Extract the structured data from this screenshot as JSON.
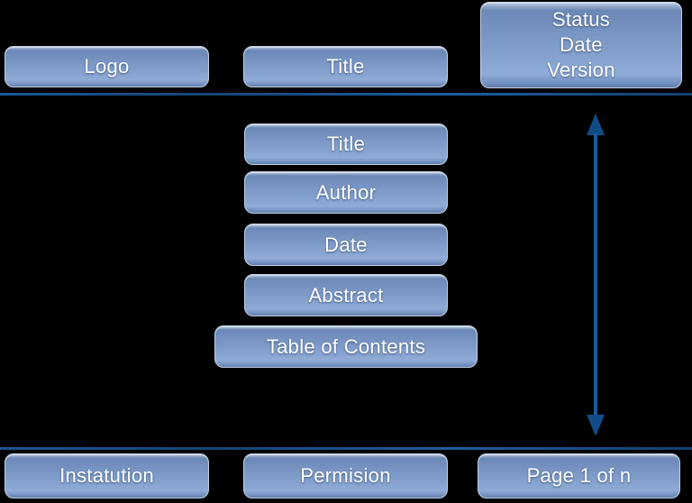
{
  "header": {
    "logo_label": "Logo",
    "title_label": "Title",
    "status_box": {
      "lines": [
        "Status",
        "Date",
        "Version"
      ]
    }
  },
  "content": {
    "items": [
      "Title",
      "Author",
      "Date",
      "Abstract",
      "Table of Contents"
    ]
  },
  "footer": {
    "institution_label": "Instatution",
    "permission_label": "Permision",
    "page_label": "Page 1 of n"
  },
  "colors": {
    "background": "#000000",
    "box_fill_light": "#8fabd6",
    "box_fill_dark": "#6b88b6",
    "box_border": "#c2d0e4",
    "separator_line": "#1a5795",
    "arrow": "#16548f",
    "text": "#ffffff"
  }
}
